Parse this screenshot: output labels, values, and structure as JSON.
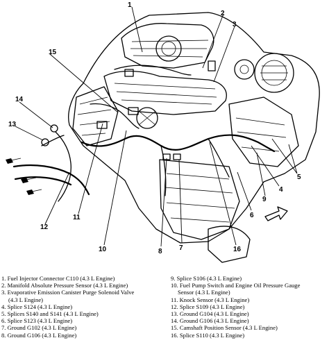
{
  "callouts": [
    "1",
    "2",
    "3",
    "4",
    "5",
    "6",
    "7",
    "8",
    "9",
    "10",
    "11",
    "12",
    "13",
    "14",
    "15",
    "16"
  ],
  "legend": {
    "left": [
      "1. Fuel Injector Connector C110 (4.3 L Engine)",
      "2. Manifold Absolute Pressure Sensor (4.3 L Engine)",
      "3. Evaporative Emission Canister Purge Solenoid Valve",
      "(4.3 L Engine)",
      "4. Splice S124 (4.3 L Engine)",
      "5. Splices S140 and S141 (4.3 L Engine)",
      "6. Splice S123 (4.3 L Engine)",
      "7. Ground G102 (4.3 L Engine)",
      "8. Ground G106 (4.3 L Engine)"
    ],
    "right": [
      "9. Splice S106 (4.3 L Engine)",
      "10. Fuel Pump Switch and Engine Oil Pressure Gauge",
      "Sensor (4.3 L Engine)",
      "11. Knock Sensor (4.3 L Engine)",
      "12. Splice S109 (4.3 L Engine)",
      "13. Ground G104 (4.3 L Engine)",
      "14. Ground G106 (4.3 L Engine)",
      "15. Camshaft Position Sensor (4.3 L Engine)",
      "16. Splice S110 (4.3 L Engine)"
    ]
  }
}
